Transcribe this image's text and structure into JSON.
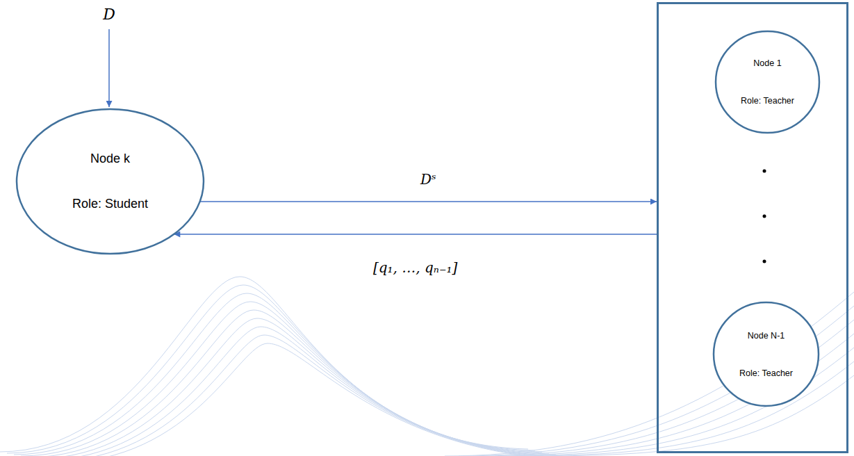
{
  "diagram": {
    "nodes": [
      {
        "text": [
          "Node k",
          "Role: Student"
        ]
      },
      {
        "text": []
      },
      {
        "text": [
          "Node 1",
          "Role: Teacher"
        ],
        "in": 1
      },
      {
        "text": [
          "Node N-1",
          "Role: Teacher"
        ],
        "in": 1
      }
    ],
    "edges": [
      {
        "from": 0,
        "to": 1,
        "arrow": "to",
        "label": "Dˢ"
      },
      {
        "from": 1,
        "to": 0,
        "arrow": "to",
        "label": "[q₁, …, qₙ₋₁]"
      }
    ],
    "labels": [
      "D"
    ]
  }
}
